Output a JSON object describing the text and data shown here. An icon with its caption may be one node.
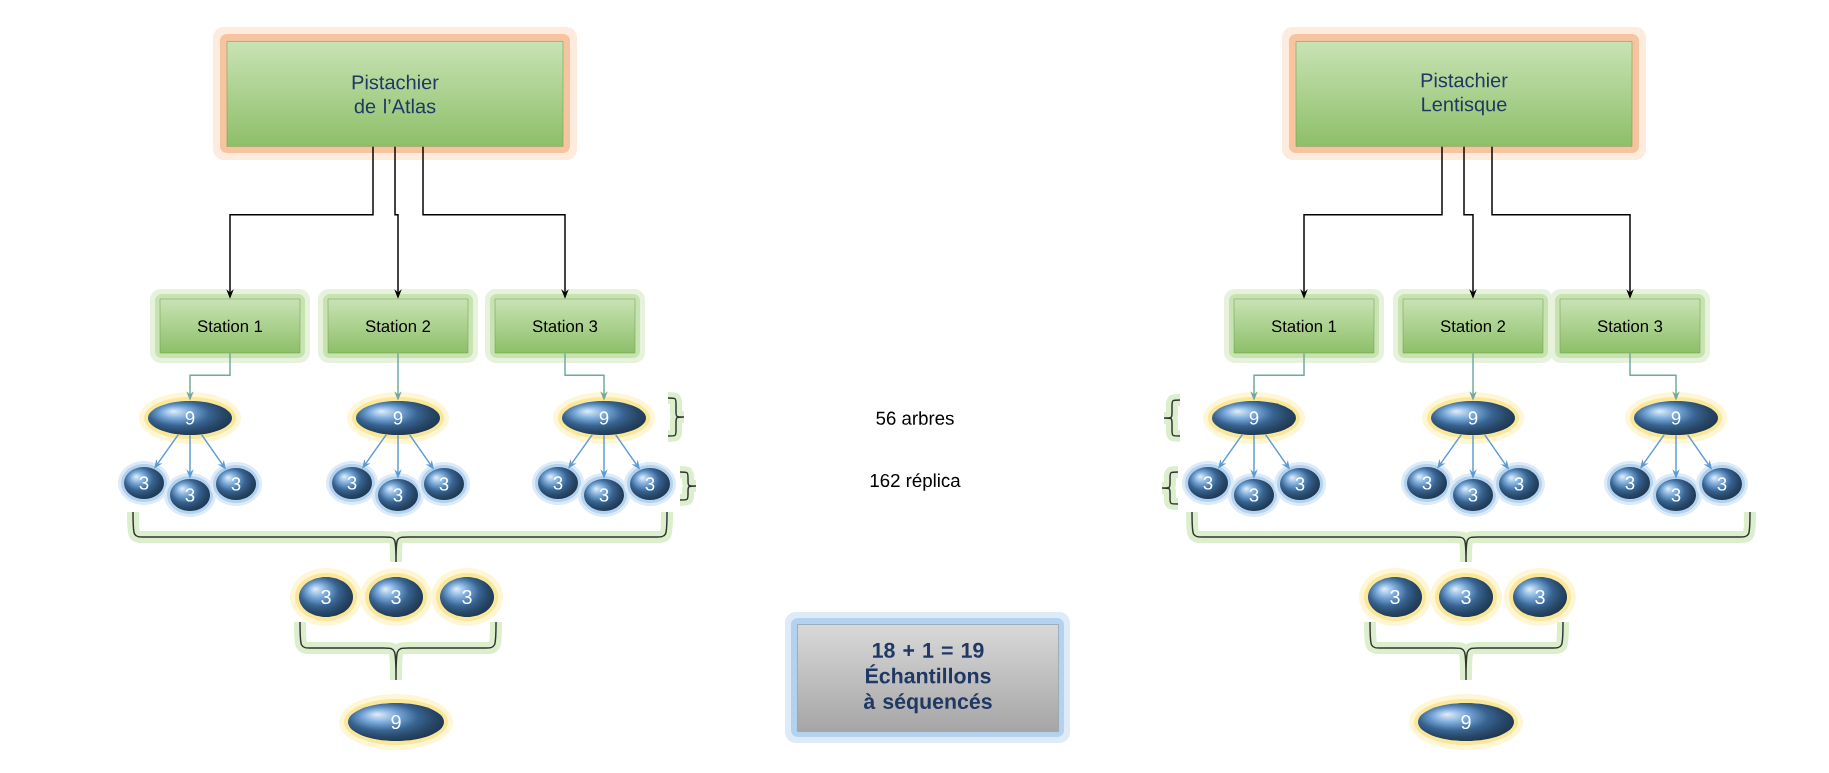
{
  "diagram": {
    "nodes": [
      {
        "text": [
          "Pistachier de l’Atlas"
        ]
      },
      {
        "text": [
          "Station 1"
        ]
      },
      {
        "text": [
          "Station 2"
        ]
      },
      {
        "text": [
          "Station 3"
        ]
      },
      {
        "text": [
          "9"
        ]
      },
      {
        "text": [
          "9"
        ]
      },
      {
        "text": [
          "9"
        ]
      },
      {
        "text": [
          "3"
        ]
      },
      {
        "text": [
          "3"
        ]
      },
      {
        "text": [
          "3"
        ]
      },
      {
        "text": [
          "3"
        ]
      },
      {
        "text": [
          "3"
        ]
      },
      {
        "text": [
          "3"
        ]
      },
      {
        "text": [
          "3"
        ]
      },
      {
        "text": [
          "3"
        ]
      },
      {
        "text": [
          "3"
        ]
      },
      {
        "text": [
          "3"
        ]
      },
      {
        "text": [
          "3"
        ]
      },
      {
        "text": [
          "3"
        ]
      },
      {
        "text": [
          "9"
        ]
      },
      {
        "text": [
          "Pistachier Lentisque"
        ]
      },
      {
        "text": [
          "Station 1"
        ]
      },
      {
        "text": [
          "Station 2"
        ]
      },
      {
        "text": [
          "Station 3"
        ]
      },
      {
        "text": [
          "9"
        ]
      },
      {
        "text": [
          "9"
        ]
      },
      {
        "text": [
          "9"
        ]
      },
      {
        "text": [
          "3"
        ]
      },
      {
        "text": [
          "3"
        ]
      },
      {
        "text": [
          "3"
        ]
      },
      {
        "text": [
          "3"
        ]
      },
      {
        "text": [
          "3"
        ]
      },
      {
        "text": [
          "3"
        ]
      },
      {
        "text": [
          "3"
        ]
      },
      {
        "text": [
          "3"
        ]
      },
      {
        "text": [
          "3"
        ]
      },
      {
        "text": [
          "3"
        ]
      },
      {
        "text": [
          "3"
        ]
      },
      {
        "text": [
          "3"
        ]
      },
      {
        "text": [
          "9"
        ]
      },
      {
        "text": [
          "18 + 1 = 19 Échantillons à séquencés"
        ]
      }
    ],
    "edges": [
      {
        "from": 0,
        "to": 1,
        "arrow": "to",
        "color": "#000000"
      },
      {
        "from": 0,
        "to": 2,
        "arrow": "to",
        "color": "#000000"
      },
      {
        "from": 0,
        "to": 3,
        "arrow": "to",
        "color": "#000000"
      },
      {
        "from": 1,
        "to": 4,
        "arrow": "to",
        "color": "#6fa8a0"
      },
      {
        "from": 2,
        "to": 5,
        "arrow": "to",
        "color": "#6fa8a0"
      },
      {
        "from": 3,
        "to": 6,
        "arrow": "to",
        "color": "#6fa8a0"
      },
      {
        "from": 4,
        "to": 7,
        "arrow": "to"
      },
      {
        "from": 4,
        "to": 8,
        "arrow": "to"
      },
      {
        "from": 4,
        "to": 9,
        "arrow": "to"
      },
      {
        "from": 5,
        "to": 10,
        "arrow": "to"
      },
      {
        "from": 5,
        "to": 11,
        "arrow": "to"
      },
      {
        "from": 5,
        "to": 12,
        "arrow": "to"
      },
      {
        "from": 6,
        "to": 13,
        "arrow": "to"
      },
      {
        "from": 6,
        "to": 14,
        "arrow": "to"
      },
      {
        "from": 6,
        "to": 15,
        "arrow": "to"
      },
      {
        "from": 20,
        "to": 21,
        "arrow": "to",
        "color": "#000000"
      },
      {
        "from": 20,
        "to": 22,
        "arrow": "to",
        "color": "#000000"
      },
      {
        "from": 20,
        "to": 23,
        "arrow": "to",
        "color": "#000000"
      },
      {
        "from": 21,
        "to": 24,
        "arrow": "to",
        "color": "#6fa8a0"
      },
      {
        "from": 22,
        "to": 25,
        "arrow": "to",
        "color": "#6fa8a0"
      },
      {
        "from": 23,
        "to": 26,
        "arrow": "to",
        "color": "#6fa8a0"
      },
      {
        "from": 24,
        "to": 27,
        "arrow": "to"
      },
      {
        "from": 24,
        "to": 28,
        "arrow": "to"
      },
      {
        "from": 24,
        "to": 29,
        "arrow": "to"
      },
      {
        "from": 25,
        "to": 30,
        "arrow": "to"
      },
      {
        "from": 25,
        "to": 31,
        "arrow": "to"
      },
      {
        "from": 25,
        "to": 32,
        "arrow": "to"
      },
      {
        "from": 26,
        "to": 33,
        "arrow": "to"
      },
      {
        "from": 26,
        "to": 34,
        "arrow": "to"
      },
      {
        "from": 26,
        "to": 35,
        "arrow": "to"
      }
    ],
    "labels": [
      "56 arbres",
      "162 réplica"
    ]
  }
}
